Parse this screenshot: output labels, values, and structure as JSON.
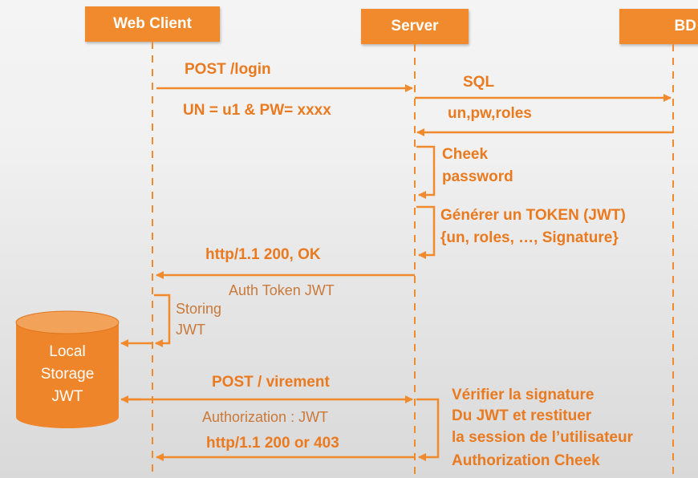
{
  "actors": {
    "web_client": "Web Client",
    "server": "Server",
    "bd": "BD"
  },
  "messages": {
    "post_login": "POST /login",
    "credentials": "UN = u1 & PW= xxxx",
    "sql": "SQL",
    "sql_result": "un,pw,roles",
    "check_password_1": "Cheek",
    "check_password_2": "password",
    "generate_token_1": "Générer un TOKEN (JWT)",
    "generate_token_2": "{un, roles, …, Signature}",
    "http_ok": "http/1.1 200, OK",
    "auth_token": "Auth Token JWT",
    "storing_1": "Storing",
    "storing_2": "JWT",
    "post_virement": "POST / virement",
    "authorization": "Authorization : JWT",
    "http_200_403": "http/1.1 200 or 403",
    "verify_1": "Vérifier la signature",
    "verify_2": "Du JWT et restituer",
    "verify_3": "la session de l’utilisateur",
    "verify_4": "Authorization Cheek"
  },
  "local_storage": {
    "line1": "Local",
    "line2": "Storage",
    "line3": "JWT"
  },
  "colors": {
    "accent": "#f08a2c",
    "bold_text": "#ea7a1f",
    "normal_text": "#c9793a",
    "background": "#efefef"
  }
}
